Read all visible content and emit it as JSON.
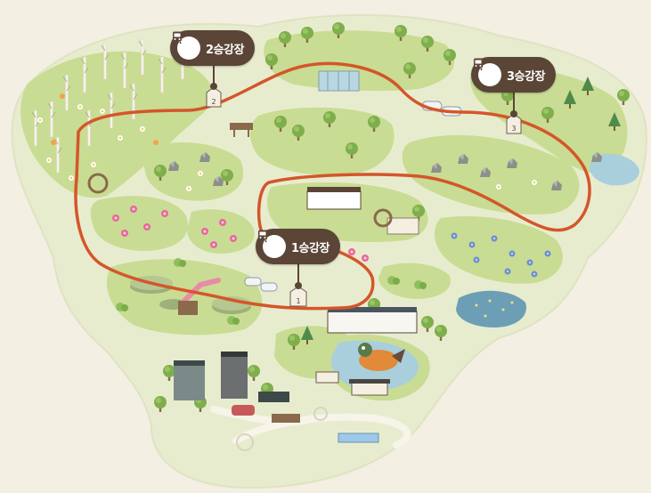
{
  "stations": [
    {
      "id": "station-1",
      "label": "1승강장",
      "sign_number": "1"
    },
    {
      "id": "station-2",
      "label": "2승강장",
      "sign_number": "2"
    },
    {
      "id": "station-3",
      "label": "3승강장",
      "sign_number": "3"
    }
  ],
  "icons": {
    "station": "tram-icon",
    "signpost": "station-signpost-icon"
  },
  "colors": {
    "route": "#d4562a",
    "station_badge": "#5a4537",
    "island": "#e7edcd",
    "lawn": "#c8dc92",
    "water": "#9ec8d6",
    "background": "#f3efe2"
  }
}
